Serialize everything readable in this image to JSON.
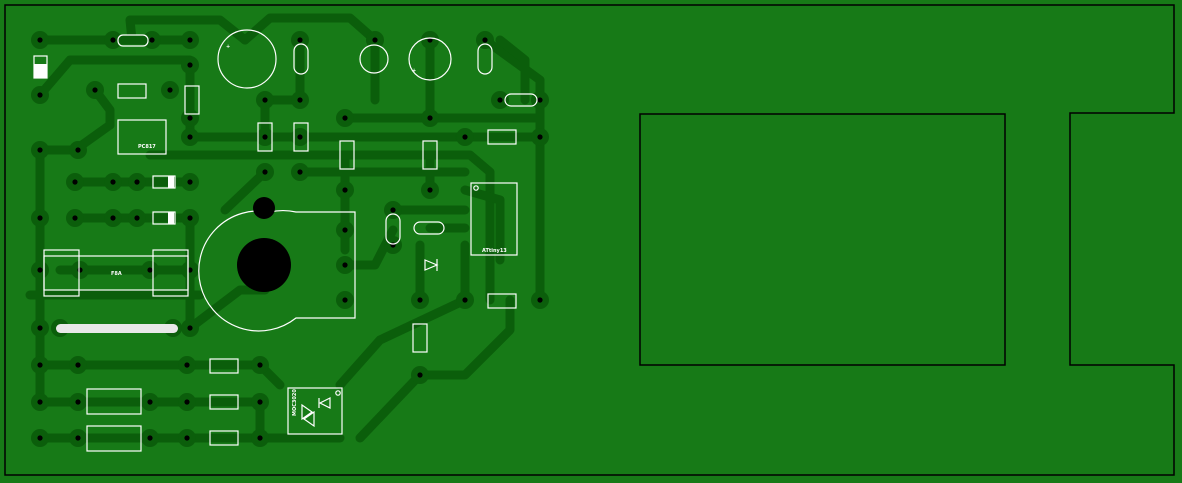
{
  "board": {
    "fuse_label": "F8A",
    "mcu_label": "ATtiny13",
    "opto_label": "PC817",
    "triac_driver_label": "MOC3020",
    "plus_sign": "+"
  },
  "colors": {
    "board": "#177a17",
    "copper": "#0b5e0b",
    "silkscreen": "#ffffff",
    "outline": "#000000"
  }
}
